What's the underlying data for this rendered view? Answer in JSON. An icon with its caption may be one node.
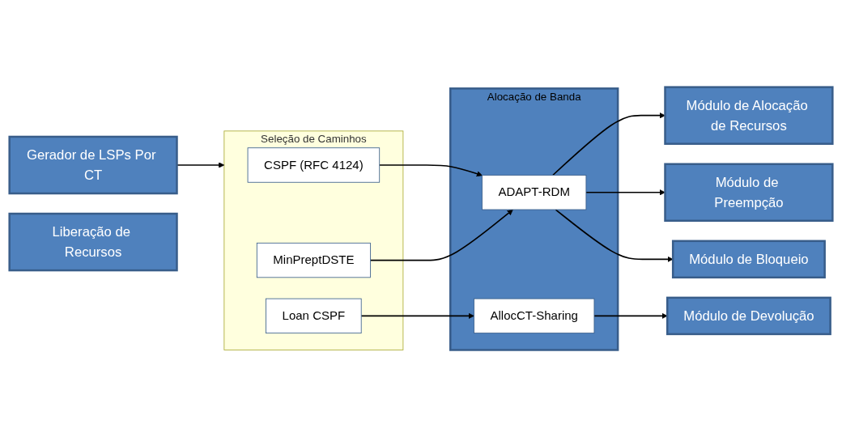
{
  "diagram": {
    "nodes": [
      {
        "text": [
          "Gerador de LSPs Por CT"
        ]
      },
      {
        "text": [
          "Liberação de Recursos"
        ]
      },
      {
        "text": [
          "Módulo de Alocação de Recursos"
        ]
      },
      {
        "text": [
          "Seleção de Caminhos"
        ]
      },
      {
        "text": [
          "CSPF (RFC 4124)"
        ],
        "in": 3
      },
      {
        "text": [
          "MinPreptDSTE"
        ],
        "in": 3
      },
      {
        "text": [
          "Loan CSPF"
        ],
        "in": 3
      },
      {
        "text": [
          "Módulo de Preempção"
        ]
      },
      {
        "text": [
          "Alocação de Banda"
        ]
      },
      {
        "text": [
          "ADAPT-RDM"
        ],
        "in": 8
      },
      {
        "text": [
          "AllocCT-Sharing"
        ],
        "in": 8
      },
      {
        "text": [
          "Módulo de Bloqueio"
        ]
      },
      {
        "text": [
          "Módulo de Devolução"
        ]
      }
    ],
    "edges": [
      {
        "from": 0,
        "to": 3,
        "arrow": "to"
      },
      {
        "from": 4,
        "to": 9,
        "arrow": "to"
      },
      {
        "from": 5,
        "to": 9,
        "arrow": "to"
      },
      {
        "from": 6,
        "to": 10,
        "arrow": "to"
      },
      {
        "from": 9,
        "to": 2,
        "arrow": "to"
      },
      {
        "from": 9,
        "to": 7,
        "arrow": "to"
      },
      {
        "from": 9,
        "to": 11,
        "arrow": "to"
      },
      {
        "from": 10,
        "to": 12,
        "arrow": "to"
      }
    ]
  }
}
